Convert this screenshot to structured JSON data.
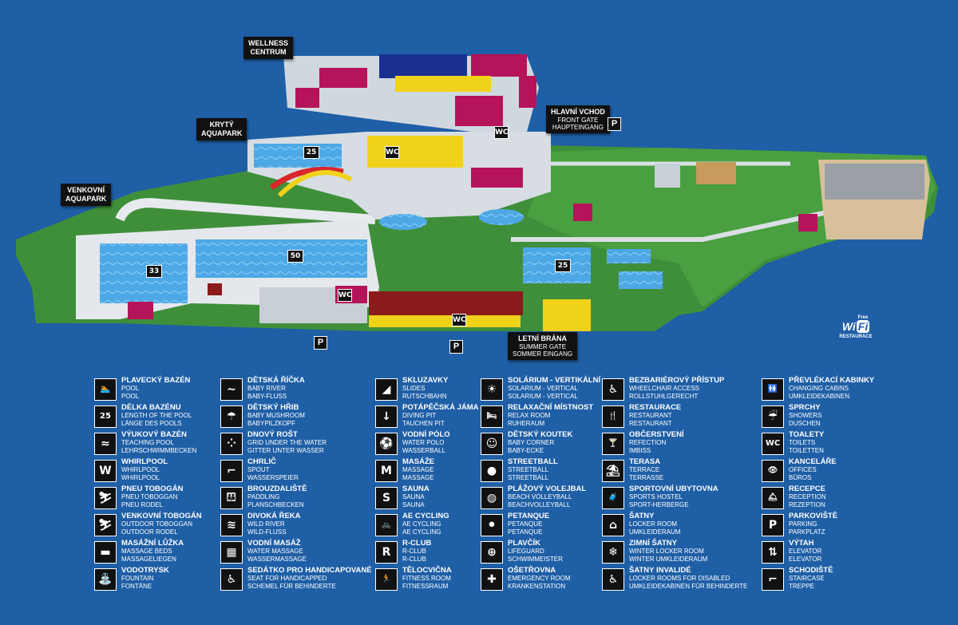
{
  "map": {
    "areas": {
      "wellness": {
        "line1": "WELLNESS",
        "line2": "CENTRUM"
      },
      "indoor": {
        "line1": "KRYTÝ",
        "line2": "AQUAPARK"
      },
      "outdoor": {
        "line1": "VENKOVNÍ",
        "line2": "AQUAPARK"
      }
    },
    "front_gate": {
      "title": "HLAVNÍ VCHOD",
      "en": "FRONT GATE",
      "de": "HAUPTEINGANG"
    },
    "summer_gate": {
      "title": "LETNÍ BRÁNA",
      "en": "SUMMER GATE",
      "de": "SOMMER EINGANG"
    },
    "pool_lengths": [
      "25",
      "50",
      "33",
      "25"
    ],
    "parking_letter": "P",
    "wc_label": "WC",
    "wifi": {
      "free": "Free",
      "wi": "Wi",
      "fi": "Fi",
      "label": "RESTAURACE"
    },
    "colors": {
      "water": "#1f5fa6",
      "grass": "#3f8f3a",
      "pool": "#4ea8e6",
      "magenta": "#b5135a",
      "yellow": "#f0d21a",
      "darkred": "#8b1a1a"
    }
  },
  "legend": {
    "col1": [
      {
        "icon": "swimmer-icon",
        "glyph": "🏊",
        "cz": "PLAVECKÝ BAZÉN",
        "en": "POOL",
        "de": "POOL"
      },
      {
        "icon": "length-25-icon",
        "glyph": "25",
        "cz": "DÉLKA BAZÉNU",
        "en": "LENGTH OF THE POOL",
        "de": "LÄNGE DES POOLS"
      },
      {
        "icon": "teaching-pool-icon",
        "glyph": "≈",
        "cz": "VÝUKOVÝ BAZÉN",
        "en": "TEACHING POOL",
        "de": "LEHRSCHWIMMBECKEN"
      },
      {
        "icon": "whirlpool-icon",
        "glyph": "W",
        "cz": "WHIRLPOOL",
        "en": "WHIRLPOOL",
        "de": "WHIRLPOOL"
      },
      {
        "icon": "tube-slide-icon",
        "glyph": "⛷",
        "cz": "PNEU TOBOGÁN",
        "en": "PNEU TOBOGGAN",
        "de": "PNEU RODEL"
      },
      {
        "icon": "outdoor-slide-icon",
        "glyph": "⛷",
        "cz": "VENKOVNÍ TOBOGÁN",
        "en": "OUTDOOR TOBOGGAN",
        "de": "OUTDOOR RODEL"
      },
      {
        "icon": "massage-beds-icon",
        "glyph": "▬",
        "cz": "MASÁŽNÍ LŮŽKA",
        "en": "MASSAGE BEDS",
        "de": "MASSAGELIEGEN"
      },
      {
        "icon": "fountain-icon",
        "glyph": "⛲",
        "cz": "VODOTRYSK",
        "en": "FOUNTAIN",
        "de": "FONTÄNE"
      }
    ],
    "col2": [
      {
        "icon": "baby-river-icon",
        "glyph": "∼",
        "cz": "DĚTSKÁ ŘÍČKA",
        "en": "BABY RIVER",
        "de": "BABY-FLUSS"
      },
      {
        "icon": "baby-mushroom-icon",
        "glyph": "☂",
        "cz": "DĚTSKÝ HŘIB",
        "en": "BABY MUSHROOM",
        "de": "BABYPILZKOPF"
      },
      {
        "icon": "water-grid-icon",
        "glyph": "⁘",
        "cz": "DNOVÝ ROŠT",
        "en": "GRID UNDER THE WATER",
        "de": "GITTER UNTER WASSER"
      },
      {
        "icon": "spout-icon",
        "glyph": "⌐",
        "cz": "CHRLIČ",
        "en": "SPOUT",
        "de": "WASSERSPEIER"
      },
      {
        "icon": "paddling-icon",
        "glyph": "👪",
        "cz": "BROUZDALIŠTĚ",
        "en": "PADDLING",
        "de": "PLANSCHBECKEN"
      },
      {
        "icon": "wild-river-icon",
        "glyph": "≋",
        "cz": "DIVOKÁ ŘEKA",
        "en": "WILD RIVER",
        "de": "WILD-FLUSS"
      },
      {
        "icon": "water-massage-icon",
        "glyph": "▦",
        "cz": "VODNÍ MASÁŽ",
        "en": "WATER MASSAGE",
        "de": "WASSERMASSAGE"
      },
      {
        "icon": "handicapped-seat-icon",
        "glyph": "♿",
        "cz": "SEDÁTKO PRO HANDICAPOVANÉ",
        "en": "SEAT FOR HANDICAPPED",
        "de": "SCHEMEL FÜR BEHINDERTE"
      }
    ],
    "col3": [
      {
        "icon": "slides-icon",
        "glyph": "◢",
        "cz": "SKLUZAVKY",
        "en": "SLIDES",
        "de": "RUTSCHBAHN"
      },
      {
        "icon": "diving-pit-icon",
        "glyph": "↓",
        "cz": "POTÁPĚČSKÁ JÁMA",
        "en": "DIVING PIT",
        "de": "TAUCHEN PIT"
      },
      {
        "icon": "water-polo-icon",
        "glyph": "⚽",
        "cz": "VODNÍ PÓLO",
        "en": "WATER POLO",
        "de": "WASSERBALL"
      },
      {
        "icon": "massage-icon",
        "glyph": "M",
        "cz": "MASÁŽE",
        "en": "MASSAGE",
        "de": "MASSAGE"
      },
      {
        "icon": "sauna-icon",
        "glyph": "S",
        "cz": "SAUNA",
        "en": "SAUNA",
        "de": "SAUNA"
      },
      {
        "icon": "ae-cycling-icon",
        "glyph": "🚲",
        "cz": "AE CYCLING",
        "en": "AE CYCLING",
        "de": "AE CYCLING"
      },
      {
        "icon": "r-club-icon",
        "glyph": "R",
        "cz": "R-CLUB",
        "en": "R-CLUB",
        "de": "R-CLUB"
      },
      {
        "icon": "fitness-icon",
        "glyph": "🏃",
        "cz": "TĚLOCVIČNA",
        "en": "FITNESS ROOM",
        "de": "FITNESSRAUM"
      }
    ],
    "col4": [
      {
        "icon": "solarium-vertical-icon",
        "glyph": "☀",
        "cz": "SOLÁRIUM - VERTIKÁLNÍ",
        "en": "SOLARIUM - VERTICAL",
        "de": "SOLARIUM - VERTICAL"
      },
      {
        "icon": "relax-room-icon",
        "glyph": "🛏",
        "cz": "RELAXAČNÍ MÍSTNOST",
        "en": "RELAX ROOM",
        "de": "RUHERAUM"
      },
      {
        "icon": "baby-corner-icon",
        "glyph": "☺",
        "cz": "DĚTSKÝ KOUTEK",
        "en": "BABY CORNER",
        "de": "BABY-ECKE"
      },
      {
        "icon": "streetball-icon",
        "glyph": "●",
        "cz": "STREETBALL",
        "en": "STREETBALL",
        "de": "STREETBALL"
      },
      {
        "icon": "beach-volleyball-icon",
        "glyph": "◍",
        "cz": "PLÁŽOVÝ VOLEJBAL",
        "en": "BEACH VOLLEYBALL",
        "de": "BEACHVOLLEYBALL"
      },
      {
        "icon": "petanque-icon",
        "glyph": "⚫",
        "cz": "PETANQUE",
        "en": "PETANQUE",
        "de": "PETANQUE"
      },
      {
        "icon": "lifeguard-icon",
        "glyph": "⊕",
        "cz": "PLAVČÍK",
        "en": "LIFEGUARD",
        "de": "SCHWIMMEISTER"
      },
      {
        "icon": "emergency-room-icon",
        "glyph": "✚",
        "cz": "OŠETŘOVNA",
        "en": "EMERGENCY ROOM",
        "de": "KRANKENSTATION"
      }
    ],
    "col5": [
      {
        "icon": "wheelchair-access-icon",
        "glyph": "♿",
        "cz": "BEZBARIÉROVÝ PŘÍSTUP",
        "en": "WHEELCHAIR ACCESS",
        "de": "ROLLSTUHLGERECHT"
      },
      {
        "icon": "restaurant-icon",
        "glyph": "🍴",
        "cz": "RESTAURACE",
        "en": "RESTAURANT",
        "de": "RESTAURANT"
      },
      {
        "icon": "refection-icon",
        "glyph": "🍸",
        "cz": "OBČERSTVENÍ",
        "en": "REFECTION",
        "de": "IMBISS"
      },
      {
        "icon": "terrace-icon",
        "glyph": "⛱",
        "cz": "TERASA",
        "en": "TERRACE",
        "de": "TERRASSE"
      },
      {
        "icon": "sports-hostel-icon",
        "glyph": "🧳",
        "cz": "SPORTOVNÍ UBYTOVNA",
        "en": "SPORTS HOSTEL",
        "de": "SPORT-HERBERGE"
      },
      {
        "icon": "locker-room-icon",
        "glyph": "⌂",
        "cz": "ŠATNY",
        "en": "LOCKER ROOM",
        "de": "UMKLEIDERAUM"
      },
      {
        "icon": "winter-locker-icon",
        "glyph": "❄",
        "cz": "ZIMNÍ ŠATNY",
        "en": "WINTER LOCKER ROOM",
        "de": "WINTER UMKLEIDERAUM"
      },
      {
        "icon": "disabled-locker-icon",
        "glyph": "♿",
        "cz": "ŠATNY INVALIDÉ",
        "en": "LOCKER ROOMS FOR DISABLED",
        "de": "UMKLEIDEKABINEN FÜR BEHINDERTE"
      }
    ],
    "col6": [
      {
        "icon": "changing-cabins-icon",
        "glyph": "🚻",
        "cz": "PŘEVLÉKACÍ KABINKY",
        "en": "CHANGING CABINS",
        "de": "UMKLEIDEKABINEN"
      },
      {
        "icon": "showers-icon",
        "glyph": "☔",
        "cz": "SPRCHY",
        "en": "SHOWERS",
        "de": "DUSCHEN"
      },
      {
        "icon": "toilets-icon",
        "glyph": "WC",
        "cz": "TOALETY",
        "en": "TOILETS",
        "de": "TOILETTEN"
      },
      {
        "icon": "offices-icon",
        "glyph": "👁",
        "cz": "KANCELÁŘE",
        "en": "OFFICES",
        "de": "BÜROS"
      },
      {
        "icon": "reception-icon",
        "glyph": "🛎",
        "cz": "RECEPCE",
        "en": "RECEPTION",
        "de": "REZEPTION"
      },
      {
        "icon": "parking-icon",
        "glyph": "P",
        "cz": "PARKOVIŠTĚ",
        "en": "PARKING",
        "de": "PARKPLATZ"
      },
      {
        "icon": "elevator-icon",
        "glyph": "⇅",
        "cz": "VÝTAH",
        "en": "ELEVATOR",
        "de": "ELEVATOR"
      },
      {
        "icon": "staircase-icon",
        "glyph": "⌐",
        "cz": "SCHODIŠTĚ",
        "en": "STAIRCASE",
        "de": "TREPPE"
      }
    ]
  }
}
